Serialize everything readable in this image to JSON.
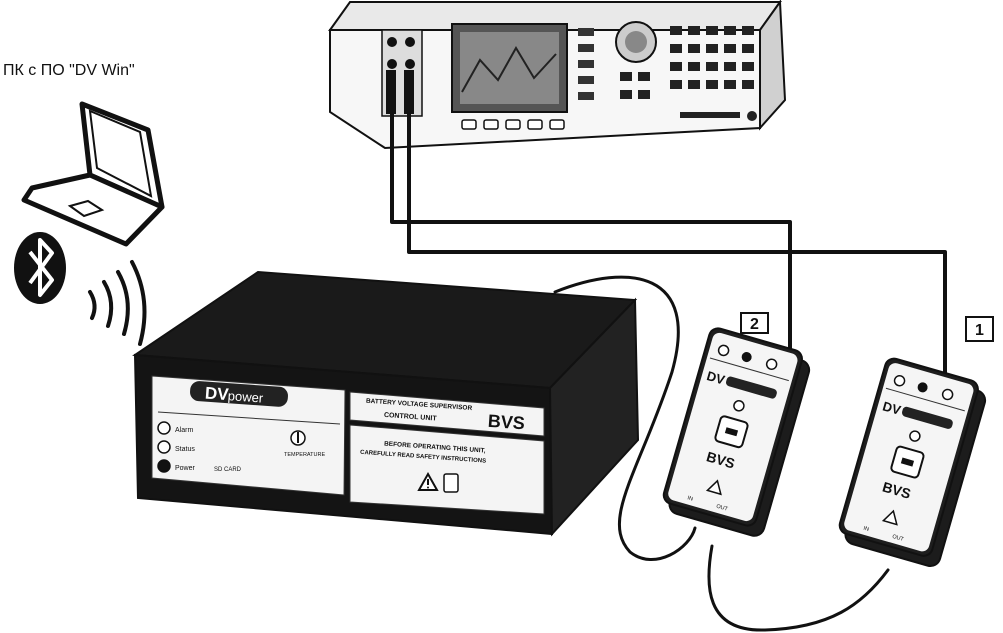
{
  "caption": "ПК с ПО \"DV Win\"",
  "control_unit": {
    "brand_prefix": "DV",
    "brand_word": "power",
    "header_line1": "BATTERY VOLTAGE SUPERVISOR",
    "header_line2": "CONTROL UNIT",
    "model": "BVS",
    "indicators": [
      "Alarm",
      "Status",
      "Power"
    ],
    "sd_label": "SD CARD",
    "temperature_label": "TEMPERATURE",
    "warning_line1": "BEFORE OPERATING THIS UNIT,",
    "warning_line2": "CAREFULLY READ SAFETY INSTRUCTIONS"
  },
  "sensor_2": {
    "label": "2",
    "brand": "DV",
    "model": "BVS",
    "ports": [
      "IN",
      "OUT"
    ]
  },
  "sensor_1": {
    "label": "1",
    "brand": "DV",
    "model": "BVS",
    "ports": [
      "IN",
      "OUT"
    ]
  },
  "colors": {
    "ink": "#111111",
    "panel": "#f4f4f4",
    "paper": "#ffffff"
  },
  "icons": [
    "laptop-icon",
    "bluetooth-icon",
    "wireless-signal-icon",
    "warning-icon",
    "book-icon"
  ]
}
